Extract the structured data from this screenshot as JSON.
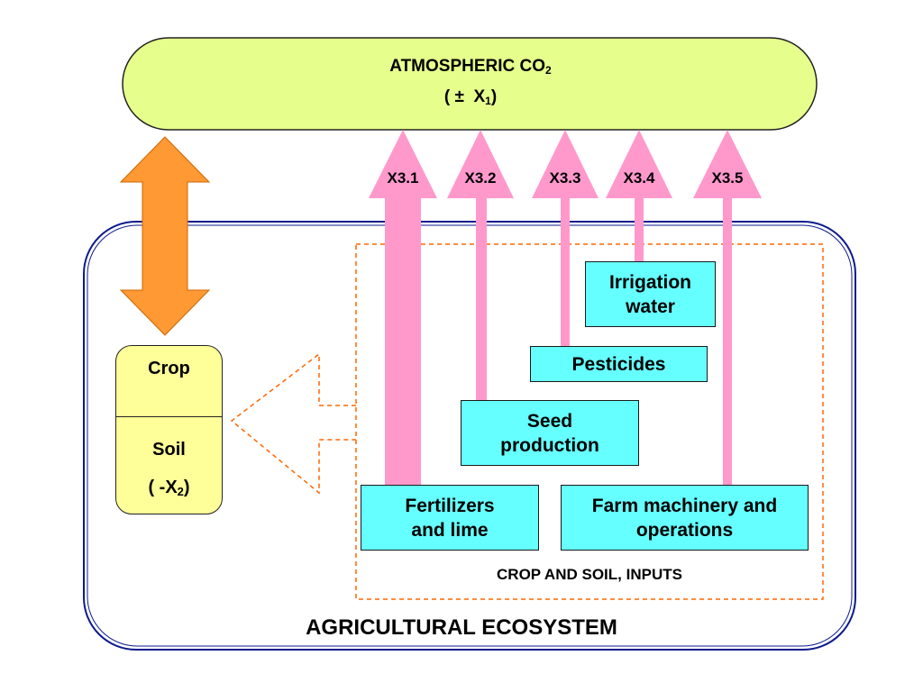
{
  "atmosphere": {
    "title_main": "ATMOSPHERIC CO",
    "title_sub": "2",
    "flux_prefix": "( ±  X",
    "flux_sub": "1",
    "flux_suffix": ")"
  },
  "crop_soil": {
    "crop_label": "Crop",
    "soil_label": "Soil",
    "flux_prefix": "( -X",
    "flux_sub": "2",
    "flux_suffix": ")"
  },
  "fluxes": [
    "X3.1",
    "X3.2",
    "X3.3",
    "X3.4",
    "X3.5"
  ],
  "inputs": {
    "fertilizers": [
      "Fertilizers",
      "and lime"
    ],
    "seed": [
      "Seed",
      "production"
    ],
    "pesticides": [
      "Pesticides"
    ],
    "irrigation": [
      "Irrigation",
      "water"
    ],
    "machinery": [
      "Farm machinery and",
      "operations"
    ]
  },
  "inputs_group_label": "CROP AND SOIL, INPUTS",
  "ecosystem_label": "AGRICULTURAL ECOSYSTEM",
  "colors": {
    "atmosphere_fill": "#e6ff8c",
    "arrow_pink": "#ff99cc",
    "exchange_arrow": "#ff9933",
    "input_box": "#66ffff",
    "crop_box": "#ffff99",
    "ecosystem_border": "#0d1b8c",
    "dashed": "#ff6600"
  }
}
